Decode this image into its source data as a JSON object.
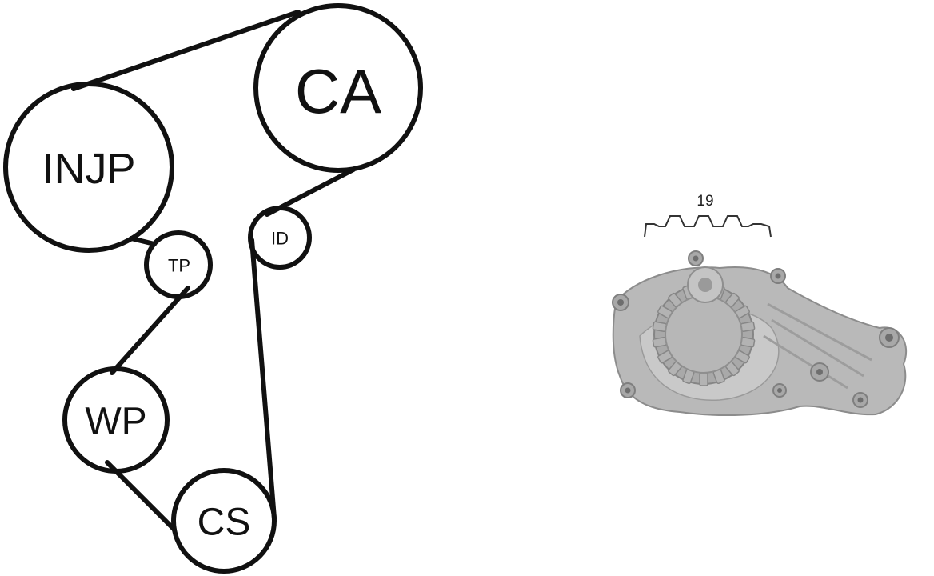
{
  "diagram": {
    "pulleys": [
      {
        "id": "ca",
        "label": "CA"
      },
      {
        "id": "injp",
        "label": "INJP"
      },
      {
        "id": "tp",
        "label": "TP"
      },
      {
        "id": "id",
        "label": "ID"
      },
      {
        "id": "wp",
        "label": "WP"
      },
      {
        "id": "cs",
        "label": "CS"
      }
    ]
  },
  "part": {
    "name": "water-pump",
    "belt_teeth": "19"
  },
  "colors": {
    "line": "#111111",
    "pump_metal": "#b9b9b9",
    "pump_shadow": "#8c8c8c"
  }
}
